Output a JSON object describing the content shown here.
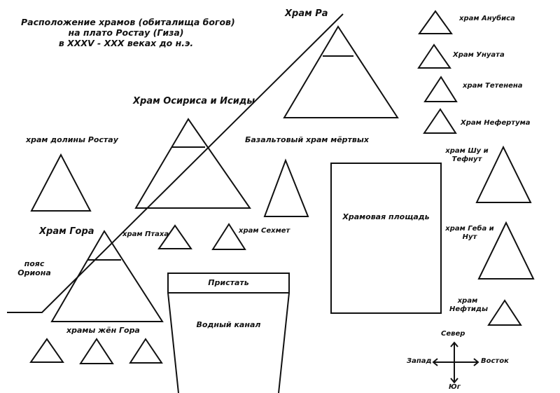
{
  "title_lines": [
    "Расположение храмов (обиталища богов)",
    "на плато Ростау (Гиза)",
    "в XXXV - XXX веках до н.э."
  ],
  "labels": {
    "temple_ra": "Храм Ра",
    "temple_osiris_isis": "Храм Осириса и Исиды",
    "temple_valley_rostau": "храм долины Ростау",
    "temple_horus": "Храм Гора",
    "orion_belt_line1": "пояс",
    "orion_belt_line2": "Ориона",
    "temple_ptah": "храм Птаха",
    "temple_sekhmet": "храм Сехмет",
    "basalt_temple": "Базальтовый храм мёртвых",
    "temple_square": "Храмовая площадь",
    "pier": "Пристать",
    "water_channel": "Водный канал",
    "horus_wives_temples": "храмы жён Гора",
    "temple_anubis": "храм Анубиса",
    "temple_wepwawet": "Храм Унуата",
    "temple_tetenen": "храм Тетенена",
    "temple_nefertum": "Храм Нефертума",
    "temple_shu_tefnut_line1": "храм Шу и",
    "temple_shu_tefnut_line2": "Тефнут",
    "temple_geb_nut_line1": "храм Геба и",
    "temple_geb_nut_line2": "Нут",
    "temple_nephthys_line1": "храм",
    "temple_nephthys_line2": "Нефтиды"
  },
  "compass": {
    "north": "Север",
    "south": "Юг",
    "west": "Запад",
    "east": "Восток"
  },
  "colors": {
    "ink": "#111111",
    "background": "#ffffff"
  }
}
